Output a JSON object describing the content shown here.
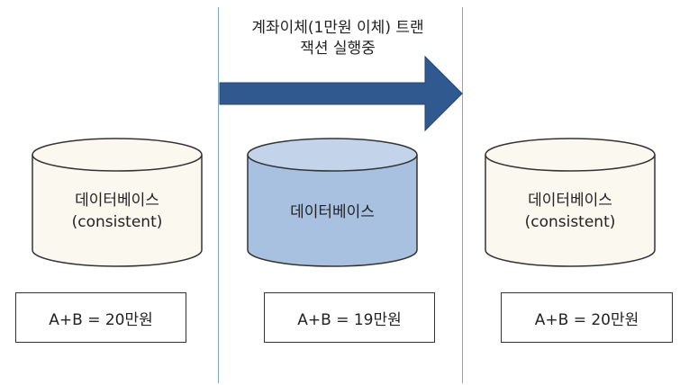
{
  "transaction": {
    "line1": "계좌이체(1만원 이체) 트랜",
    "line2": "잭션 실행중"
  },
  "databases": [
    {
      "title": "데이터베이스",
      "subtitle": "(consistent)",
      "value": "A+B = 20만원"
    },
    {
      "title": "데이터베이스",
      "subtitle": "",
      "value": "A+B = 19만원"
    },
    {
      "title": "데이터베이스",
      "subtitle": "(consistent)",
      "value": "A+B = 20만원"
    }
  ],
  "colors": {
    "arrow": "#30598f",
    "cylinder_cream": "#fbf8ef",
    "cylinder_blue": "#a9c1e0",
    "divider": "#7fa6c9"
  }
}
